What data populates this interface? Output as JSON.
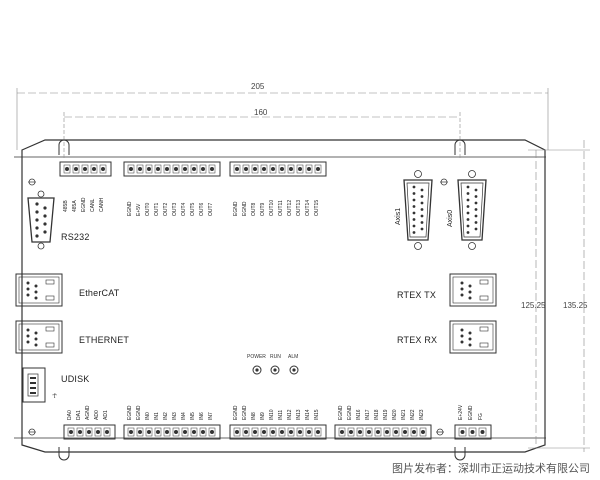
{
  "dimensions": {
    "outer_width": "205",
    "inner_width": "160",
    "height_outer": "135.25",
    "height_inner": "125.25"
  },
  "ports": {
    "rs232": "RS232",
    "ethercat": "EtherCAT",
    "ethernet": "ETHERNET",
    "udisk": "UDISK",
    "rtex_tx": "RTEX TX",
    "rtex_rx": "RTEX RX",
    "axis1": "Axis1",
    "axis0": "Axis0"
  },
  "leds": {
    "power": "POWER",
    "run": "RUN",
    "alm": "ALM"
  },
  "top_connectors": {
    "can": [
      "485B",
      "485A",
      "EGND",
      "CANL",
      "CANH"
    ],
    "out1": [
      "EGND",
      "E+5V",
      "OUT0",
      "OUT1",
      "OUT2",
      "OUT3",
      "OUT4",
      "OUT5",
      "OUT6",
      "OUT7"
    ],
    "out2": [
      "EGND",
      "EGND",
      "OUT8",
      "OUT9",
      "OUT10",
      "OUT11",
      "OUT12",
      "OUT13",
      "OUT14",
      "OUT15"
    ]
  },
  "bottom_connectors": {
    "analog": [
      "DA0",
      "DA1",
      "AGND",
      "AD0",
      "AD1"
    ],
    "in1": [
      "EGND",
      "EGND",
      "IN0",
      "IN1",
      "IN2",
      "IN3",
      "IN4",
      "IN5",
      "IN6",
      "IN7"
    ],
    "in2": [
      "EGND",
      "EGND",
      "IN8",
      "IN9",
      "IN10",
      "IN11",
      "IN12",
      "IN13",
      "IN14",
      "IN15"
    ],
    "in3": [
      "EGND",
      "EGND",
      "IN16",
      "IN17",
      "IN18",
      "IN19",
      "IN20",
      "IN21",
      "IN22",
      "IN23"
    ],
    "power": [
      "E+24V",
      "EGND",
      "FG"
    ]
  },
  "caption": "图片发布者：深圳市正运动技术有限公司"
}
